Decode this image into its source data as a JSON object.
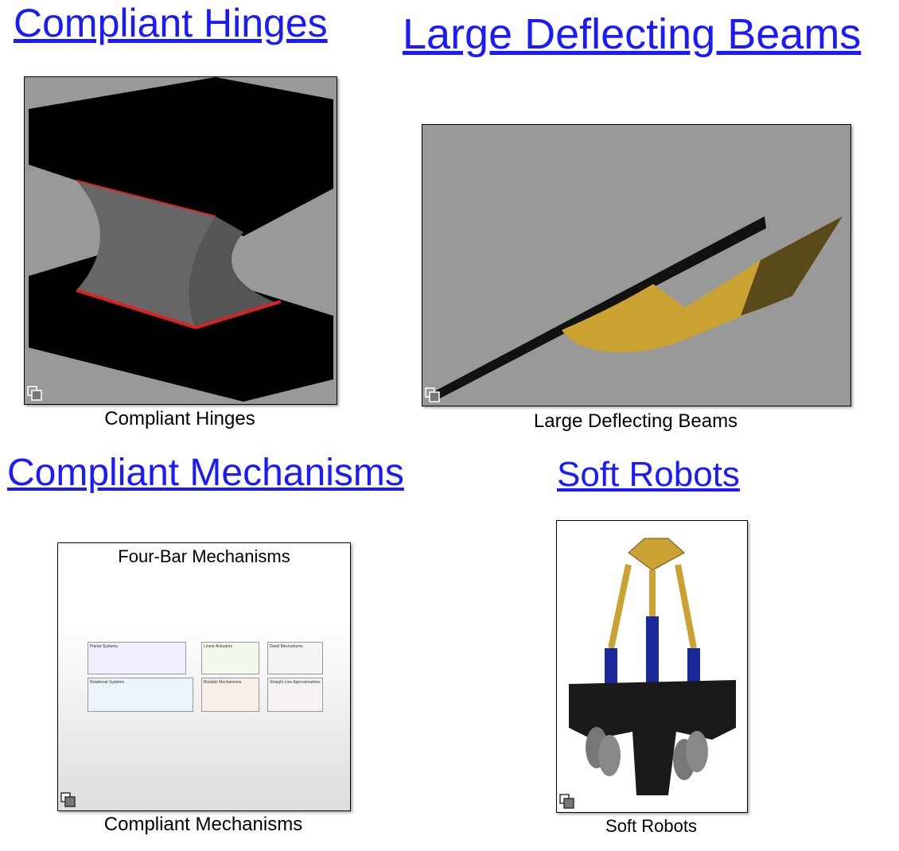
{
  "blocks": [
    {
      "link": "Compliant Hinges",
      "caption": "Compliant Hinges"
    },
    {
      "link": "Large Deflecting Beams",
      "caption": "Large Deflecting Beams"
    },
    {
      "link": "Compliant Mechanisms",
      "caption": "Compliant Mechanisms",
      "thumb_title": "Four-Bar Mechanisms",
      "panels": [
        "Planar Systems",
        "Linear Actuators",
        "Dwell Mechanisms",
        "Rotational Systems",
        "Bistable Mechanisms",
        "Straight Line Approximations"
      ]
    },
    {
      "link": "Soft Robots",
      "caption": "Soft Robots"
    }
  ],
  "icons": {
    "subsystem": "subsystem-icon"
  },
  "colors": {
    "link": "#1a1aff",
    "viewport": "#999999"
  }
}
